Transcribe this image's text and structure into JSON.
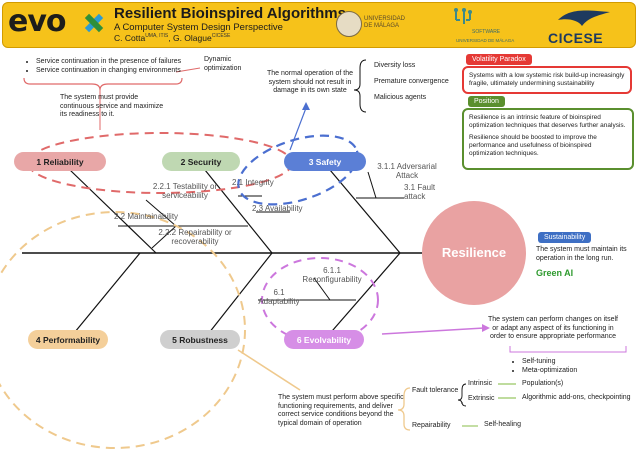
{
  "header": {
    "logo_text": "evo",
    "title": "Resilient Bioinspired Algorithms",
    "subtitle": "A Computer System Design Perspective",
    "author1": "C. Cotta",
    "author1_aff": "UMA, ITIS",
    "author_sep": ", G. Olague",
    "author2_aff": "CICESE",
    "uma_logo": "UNIVERSIDAD DE MÁLAGA",
    "software_logo": "SOFTWARE",
    "software_logo_sub": "UNIVERSIDAD DE MÁLAGA",
    "cicese_logo": "CICESE"
  },
  "top_left": {
    "bullets": [
      "Service continuation in the presence of failures",
      "Service continuation in changing environments"
    ],
    "dynamic_label": "Dynamic optimization",
    "readiness": "The system must provide continuous service and maximize its readiness to it."
  },
  "safety_note": {
    "text": "The normal operation of the system should not result in damage in its own state",
    "items": [
      "Diversity loss",
      "Premature convergence",
      "Malicious agents"
    ]
  },
  "volatility": {
    "tag": "Volatility Paradox",
    "text": "Systems with a low systemic risk build-up increasingly fragile, ultimately undermining sustainability"
  },
  "position": {
    "tag": "Position",
    "text1": "Resilience is an intrinsic feature of bioinspired optimization techniques that deserves further analysis.",
    "text2": "Resilience should be boosted to improve the performance and usefulness of bioinspired optimization techniques."
  },
  "fishbone": {
    "head": "Resilience",
    "categories": [
      "1 Reliability",
      "2 Security",
      "3 Safety",
      "4 Performability",
      "5 Robustness",
      "6 Evolvability"
    ],
    "labels": {
      "s221": "2.2.1 Testability or serviceability",
      "s21": "2.1 Integrity",
      "s22": "2.2 Maintainability",
      "s23": "2.3 Availability",
      "s222": "2.2.2 Repairability or recoverability",
      "s311": "3.1.1 Adversarial Attack",
      "s31": "3.1 Fault attack",
      "s611": "6.1.1 Reconfigurability",
      "s61": "6.1 Adaptability"
    }
  },
  "sustainability": {
    "tag": "Sustainability",
    "text": "The system must maintain its operation in the long run.",
    "green": "Green AI"
  },
  "evolvability_note": {
    "text": "The system can perform changes on itself or adapt any aspect of its functioning in order to ensure appropriate performance",
    "bullets": [
      "Self-tuning",
      "Meta-optimization"
    ]
  },
  "robustness_note": {
    "text": "The system must perform above specific functioning requirements, and deliver correct service conditions beyond the typical domain of operation"
  },
  "fault_tree": {
    "fault_tolerance": "Fault tolerance",
    "intrinsic": "Intrinsic",
    "extrinsic": "Extrinsic",
    "populations": "Population(s)",
    "algorithmic": "Algorithmic add-ons, checkpointing",
    "repairability": "Repairability",
    "self_healing": "Self-healing"
  },
  "colors": {
    "header": "#f6c21a",
    "reliability": "#e8a7a7",
    "security": "#bfd8b2",
    "safety": "#5b7fd6",
    "performability": "#f4cf9a",
    "robustness": "#cfcfcf",
    "evolvability": "#d68ee6",
    "resilience": "#e9a2a2",
    "volatility": "#e53935",
    "position": "#5a8f2e",
    "sustainability": "#3e6fc4",
    "green_ai": "#2e9a2e"
  }
}
